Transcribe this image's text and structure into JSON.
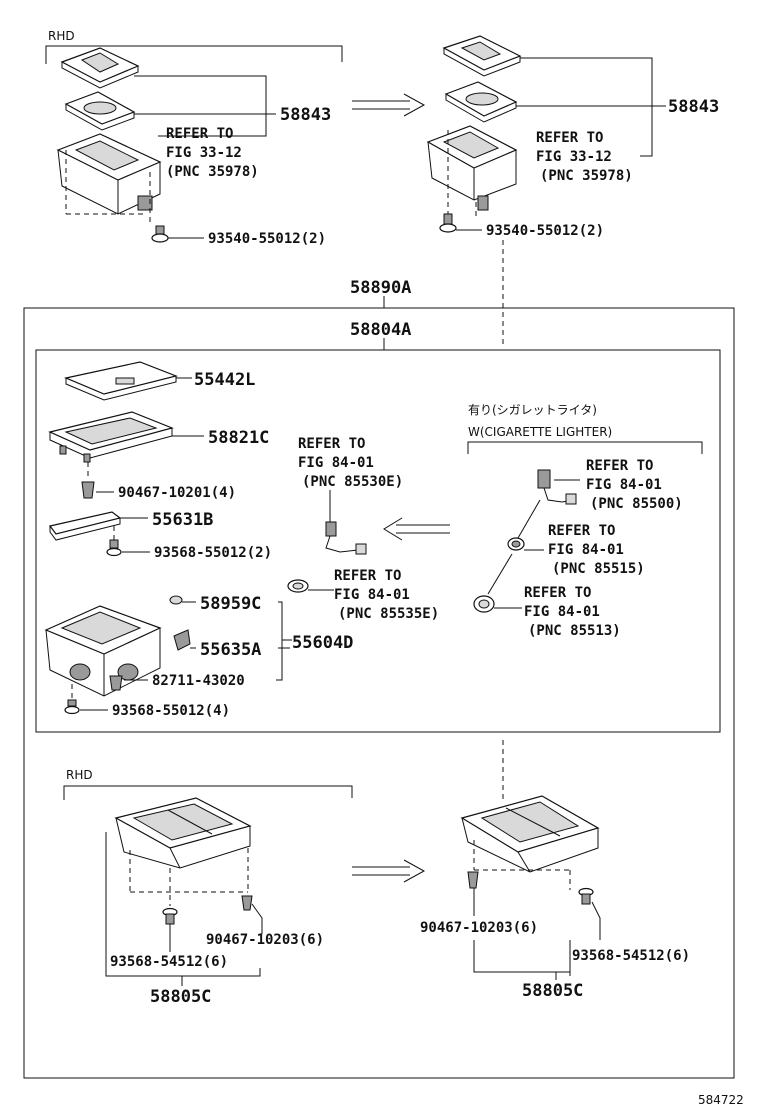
{
  "top_left": {
    "region_label": "RHD",
    "part_58843": "58843",
    "refer_line1": "REFER TO",
    "refer_line2": "FIG 33-12",
    "refer_line3": "(PNC 35978)",
    "bolt_label": "93540-55012(2)"
  },
  "top_right": {
    "part_58843": "58843",
    "refer_line1": "REFER TO",
    "refer_line2": "FIG 33-12",
    "refer_line3": "(PNC 35978)",
    "bolt_label": "93540-55012(2)"
  },
  "outer_assembly": "58890A",
  "inner_assembly": "58804A",
  "inner": {
    "p55442L": "55442L",
    "p58821C": "58821C",
    "p90467_4": "90467-10201(4)",
    "p55631B": "55631B",
    "p93568_2": "93568-55012(2)",
    "p58959C": "58959C",
    "p55635A": "55635A",
    "p55604D": "55604D",
    "p82711": "82711-43020",
    "p93568_4": "93568-55012(4)",
    "refer_a": [
      "REFER TO",
      "FIG 84-01",
      "(PNC 85530E)"
    ],
    "refer_b": [
      "REFER TO",
      "FIG 84-01",
      "(PNC 85535E)"
    ],
    "cig_jp": "有り(シガレットライタ)",
    "cig_en": "W(CIGARETTE LIGHTER)",
    "refer_c": [
      "REFER TO",
      "FIG 84-01",
      "(PNC 85500)"
    ],
    "refer_d": [
      "REFER TO",
      "FIG 84-01",
      "(PNC 85515)"
    ],
    "refer_e": [
      "REFER TO",
      "FIG 84-01",
      "(PNC 85513)"
    ]
  },
  "bottom_left": {
    "region_label": "RHD",
    "clip_label": "90467-10203(6)",
    "bolt_label": "93568-54512(6)",
    "assembly": "58805C"
  },
  "bottom_right": {
    "clip_label": "90467-10203(6)",
    "bolt_label": "93568-54512(6)",
    "assembly": "58805C"
  },
  "figure_id": "584722"
}
